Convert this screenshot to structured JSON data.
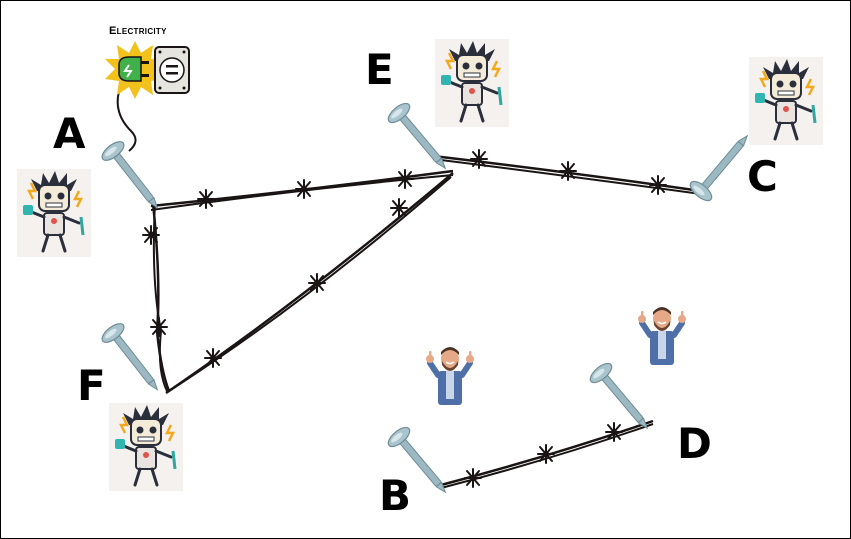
{
  "power_source": {
    "label": "Electricity",
    "icon": "plug-and-socket-icon"
  },
  "nodes": {
    "A": {
      "label": "A"
    },
    "B": {
      "label": "B"
    },
    "C": {
      "label": "C"
    },
    "D": {
      "label": "D"
    },
    "E": {
      "label": "E"
    },
    "F": {
      "label": "F"
    }
  },
  "wires": [
    {
      "from": "A",
      "to": "F"
    },
    {
      "from": "A",
      "to": "E"
    },
    {
      "from": "F",
      "to": "E"
    },
    {
      "from": "E",
      "to": "C"
    },
    {
      "from": "B",
      "to": "D"
    }
  ],
  "figures": {
    "electrocuted_person": "shocked-person-icon",
    "happy_person": "thumbs-up-person-icon"
  },
  "colors": {
    "nail": "#9cb8c2",
    "wire": "#1a1414",
    "spark": "#f2c11c",
    "plug": "#3fb04a"
  }
}
